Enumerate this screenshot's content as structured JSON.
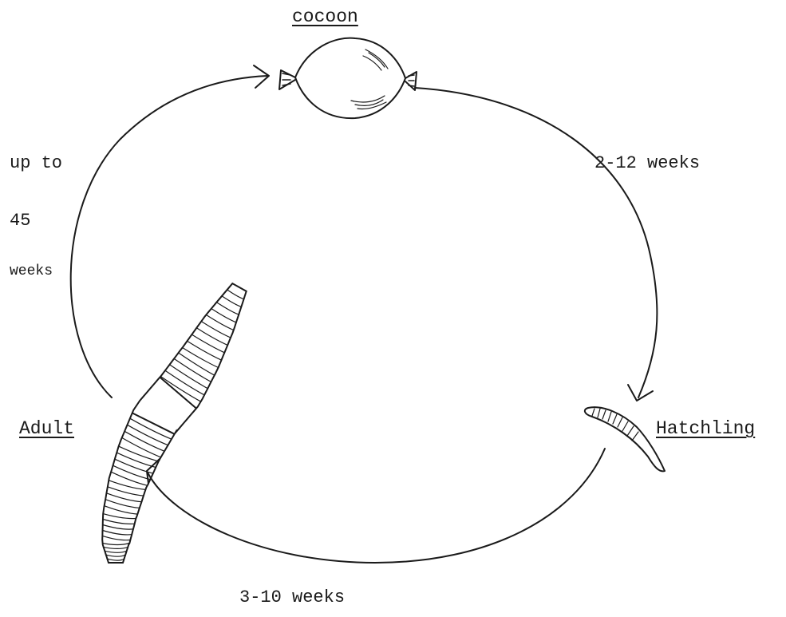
{
  "stages": {
    "cocoon": "cocoon",
    "hatchling": "Hatchling",
    "adult": "Adult"
  },
  "durations": {
    "cocoon_to_hatchling": "2-12 weeks",
    "hatchling_to_adult": "3-10 weeks",
    "adult_to_cocoon": {
      "line1": "up to",
      "line2": "45",
      "line3": "weeks"
    }
  },
  "colors": {
    "ink": "#1a1a1a",
    "background": "#ffffff"
  }
}
